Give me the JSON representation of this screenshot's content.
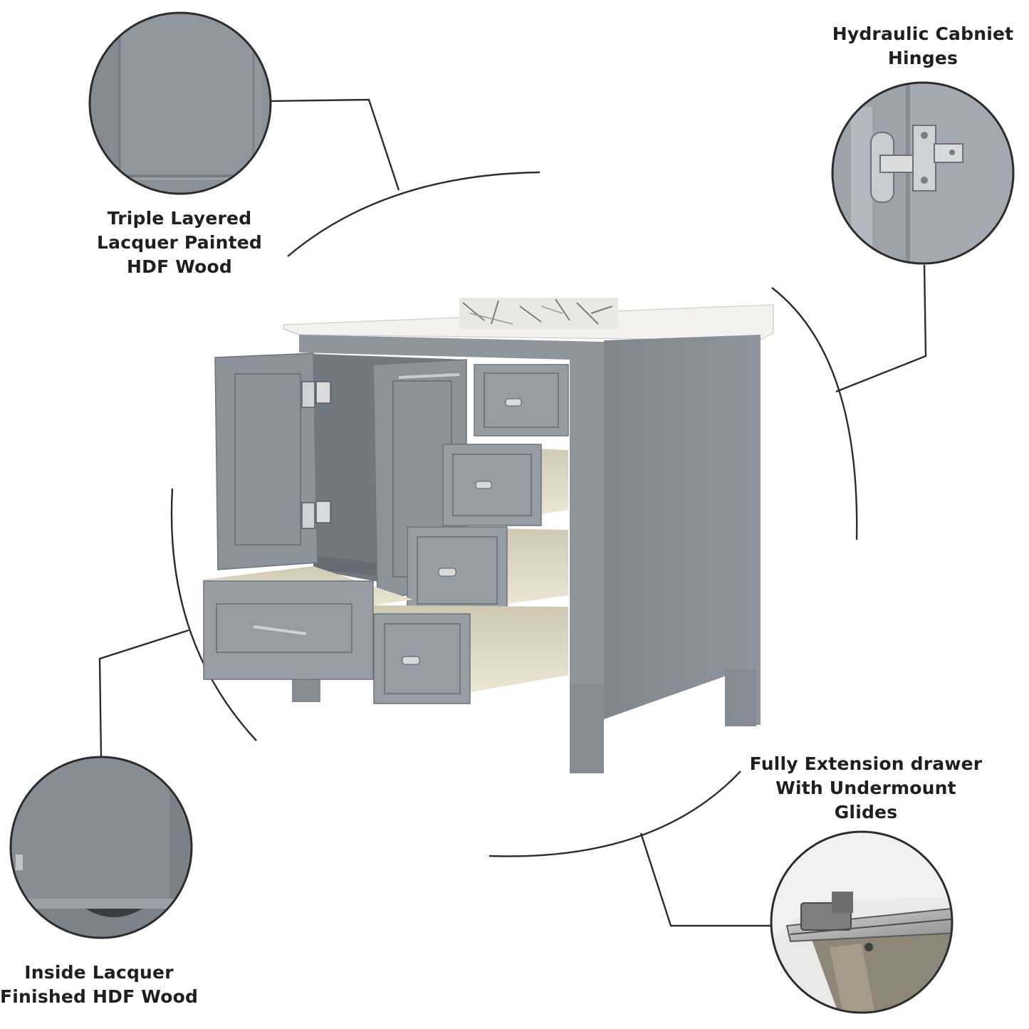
{
  "callouts": {
    "top_left": {
      "lines": [
        "Triple Layered",
        "Lacquer Painted",
        "HDF Wood"
      ],
      "detail": "painted-panel-closeup"
    },
    "top_right": {
      "lines": [
        "Hydraulic Cabniet",
        "Hinges"
      ],
      "detail": "hinge-closeup"
    },
    "bottom_left": {
      "lines": [
        "Inside Lacquer",
        "Finished HDF Wood"
      ],
      "detail": "interior-panel-closeup"
    },
    "bottom_right": {
      "lines": [
        "Fully Extension drawer",
        "With Undermount",
        "Glides"
      ],
      "detail": "drawer-glide-closeup"
    }
  },
  "product": {
    "kind": "bathroom-vanity",
    "cabinet_color": "#8d949c",
    "top_color": "#f3f2ee",
    "drawer_interior_color": "#e6e1cf"
  },
  "style": {
    "line_color": "#2c2c2c",
    "circle_border": "#2c2c2c",
    "text_color": "#1f1f1f"
  }
}
